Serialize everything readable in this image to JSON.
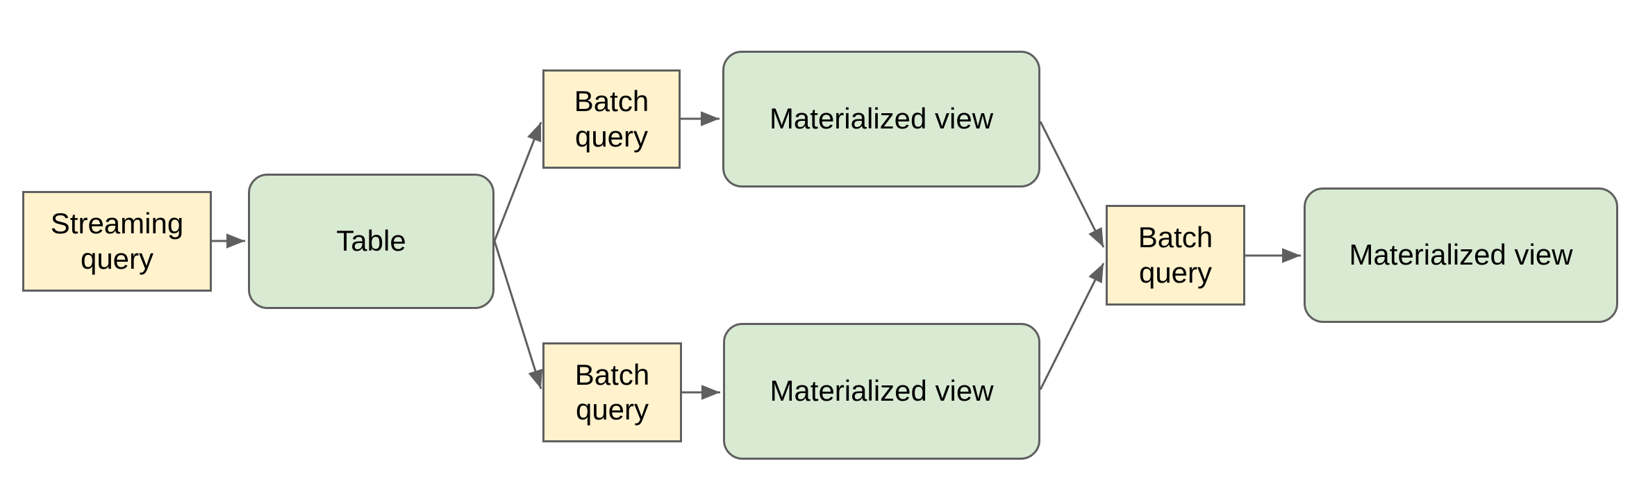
{
  "diagram": {
    "type": "flowchart",
    "colors": {
      "query_fill": "#fff2cc",
      "view_fill": "#d9ead3",
      "border": "#5f5f5f",
      "connector": "#5f5f5f",
      "text": "#000000",
      "background": "#ffffff"
    },
    "nodes": [
      {
        "id": "streaming-query",
        "label": "Streaming query",
        "kind": "query"
      },
      {
        "id": "table",
        "label": "Table",
        "kind": "data"
      },
      {
        "id": "batch-query-top",
        "label": "Batch query",
        "kind": "query"
      },
      {
        "id": "materialized-view-top",
        "label": "Materialized view",
        "kind": "data"
      },
      {
        "id": "batch-query-bottom",
        "label": "Batch query",
        "kind": "query"
      },
      {
        "id": "materialized-view-bottom",
        "label": "Materialized view",
        "kind": "data"
      },
      {
        "id": "batch-query-right",
        "label": "Batch query",
        "kind": "query"
      },
      {
        "id": "materialized-view-right",
        "label": "Materialized view",
        "kind": "data"
      }
    ],
    "edges": [
      {
        "from": "streaming-query",
        "to": "table"
      },
      {
        "from": "table",
        "to": "batch-query-top"
      },
      {
        "from": "table",
        "to": "batch-query-bottom"
      },
      {
        "from": "batch-query-top",
        "to": "materialized-view-top"
      },
      {
        "from": "batch-query-bottom",
        "to": "materialized-view-bottom"
      },
      {
        "from": "materialized-view-top",
        "to": "batch-query-right"
      },
      {
        "from": "materialized-view-bottom",
        "to": "batch-query-right"
      },
      {
        "from": "batch-query-right",
        "to": "materialized-view-right"
      }
    ]
  }
}
